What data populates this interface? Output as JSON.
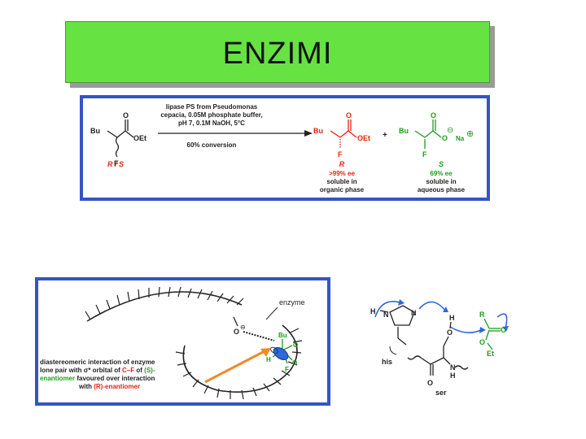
{
  "title": "ENZIMI",
  "scheme": {
    "substrate": {
      "group": "Bu",
      "ester": "OEt",
      "carbonyl_o": "O",
      "fluorine": "F",
      "stereo": "R / S"
    },
    "conditions": {
      "line1": "lipase PS from Pseudomonas",
      "line2": "cepacia, 0.05M phosphate buffer,",
      "line3": "pH 7, 0.1M NaOH, 5°C",
      "line4": "60% conversion"
    },
    "plus": "+",
    "product_r": {
      "group": "Bu",
      "ester": "OEt",
      "carbonyl_o": "O",
      "fluorine": "F",
      "label": "R",
      "ee": ">99% ee",
      "phase1": "soluble in",
      "phase2": "organic phase"
    },
    "product_s": {
      "group": "Bu",
      "carbonyl_o": "O",
      "anion_o": "O",
      "charge_minus": "⊖",
      "cation": "Na",
      "charge_plus": "⊕",
      "fluorine": "F",
      "label": "S",
      "ee": "69% ee",
      "phase1": "soluble in",
      "phase2": "aqueous phase"
    }
  },
  "enzyme": {
    "label": "enzyme",
    "oxygen": "O",
    "minus": "⊖",
    "bu": "Bu",
    "o1": "O",
    "o2": "O",
    "h": "H",
    "f": "F",
    "caption1": "diastereomeric interaction of enzyme",
    "caption2a": "lone pair with σ* orbital of ",
    "caption2b": "C–F",
    "caption2c": " of ",
    "caption2d": "(S)-",
    "caption3a": "enantiomer",
    "caption3b": " favoured over interaction",
    "caption4a": "with ",
    "caption4b": "(R)-enantiomer"
  },
  "mechanism": {
    "h1": "H",
    "n1": "N",
    "n2": "N",
    "his": "his",
    "h2": "H",
    "o_ser": "O",
    "r": "R",
    "o_carbonyl": "O",
    "o_ester": "O",
    "et": "Et",
    "n3": "N",
    "h3": "H",
    "o_amide": "O",
    "ser": "ser"
  },
  "colors": {
    "title_bg": "#66e243",
    "panel_border": "#3355c4",
    "red": "#e8220c",
    "green": "#1f9b1f",
    "blue": "#2f68d8",
    "orange": "#ef8a2a"
  }
}
